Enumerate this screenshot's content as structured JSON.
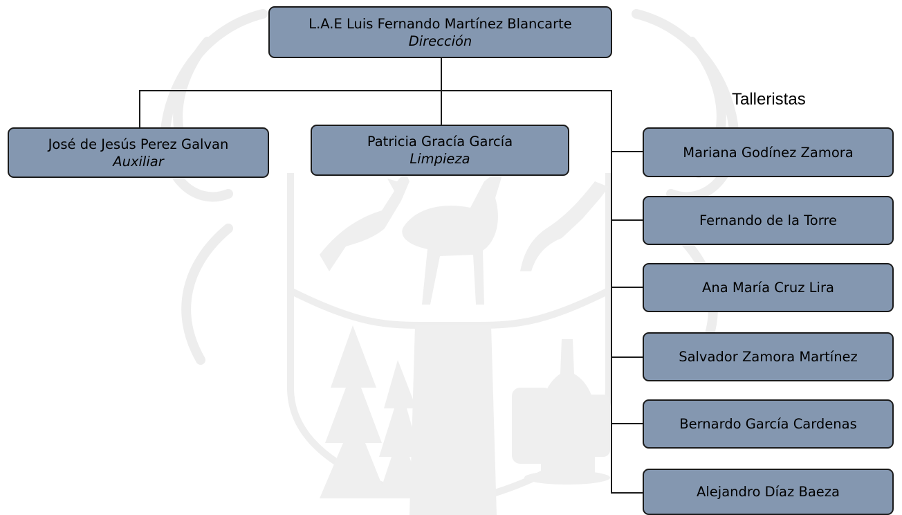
{
  "director": {
    "name": "L.A.E Luis Fernando Martínez Blancarte",
    "role": "Dirección"
  },
  "auxiliar": {
    "name": "José de Jesús Perez Galvan",
    "role": "Auxiliar"
  },
  "limpieza": {
    "name": "Patricia Gracía García",
    "role": "Limpieza"
  },
  "talleristas": {
    "label": "Talleristas",
    "members": [
      "Mariana Godínez Zamora",
      "Fernando de la Torre",
      "Ana María Cruz Lira",
      "Salvador Zamora Martínez",
      "Bernardo García Cardenas",
      "Alejandro Díaz Baeza"
    ]
  },
  "colors": {
    "box_fill": "#8497b0",
    "box_border": "#1a1a1a",
    "connector": "#1a1a1a",
    "watermark": "#ececec"
  }
}
